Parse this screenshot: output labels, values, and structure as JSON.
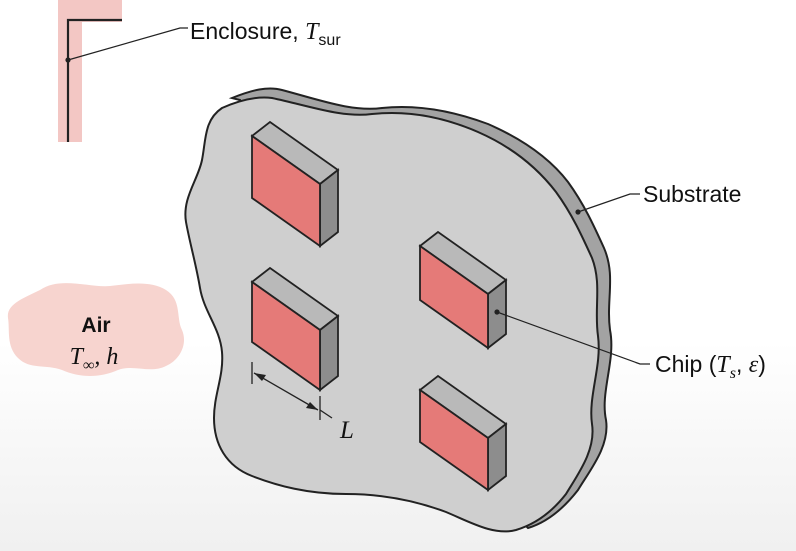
{
  "labels": {
    "enclosure": {
      "text": "Enclosure, ",
      "symbol": "T",
      "subscript": "sur"
    },
    "substrate": {
      "text": "Substrate"
    },
    "chip": {
      "text": "Chip (",
      "symbol1": "T",
      "subscript1": "s",
      "sep": ", ",
      "symbol2": "ε",
      "close": ")"
    },
    "air": {
      "title": "Air",
      "symbol1": "T",
      "subscript1": "∞",
      "sep": ", ",
      "symbol2": "h"
    },
    "length": {
      "symbol": "L"
    }
  },
  "colors": {
    "chip_face": "#e57a78",
    "chip_side": "#8d8d8d",
    "chip_top": "#b9b9b9",
    "substrate_face": "#cfcfcf",
    "substrate_edge": "#a3a3a3",
    "enclosure_band": "#f3c7c4",
    "air_cloud": "#f7d4cf"
  }
}
